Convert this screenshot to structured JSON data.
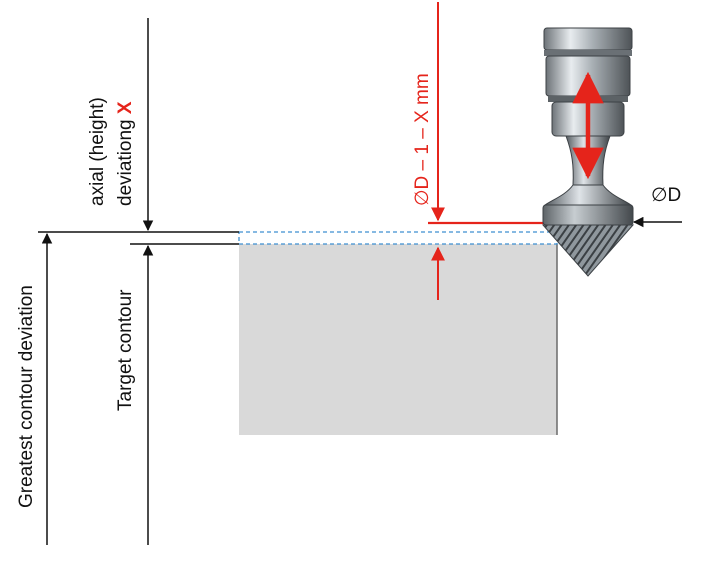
{
  "labels": {
    "axial_line1": "axial (height)",
    "axial_line2_prefix": "deviationg ",
    "axial_line2_var": "X",
    "diameter_formula": "∅D – 1 – X mm",
    "diameter": "∅D",
    "target_contour": "Target contour",
    "greatest_contour_deviation": "Greatest contour deviation"
  },
  "colors": {
    "accent_red": "#e5241b",
    "line": "#111111",
    "workpiece_fill": "#d9d9d9",
    "dashed_contour": "#3d8fd1"
  }
}
